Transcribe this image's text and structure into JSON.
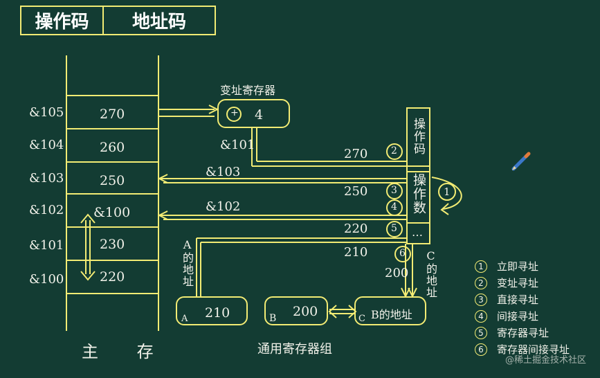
{
  "header": {
    "opcode": "操作码",
    "address_code": "地址码"
  },
  "memory": {
    "title": "主  存",
    "rows": [
      {
        "addr": "&105",
        "value": "270"
      },
      {
        "addr": "&104",
        "value": "260"
      },
      {
        "addr": "&103",
        "value": "250"
      },
      {
        "addr": "&102",
        "value": "&100"
      },
      {
        "addr": "&101",
        "value": "230"
      },
      {
        "addr": "&100",
        "value": "220"
      }
    ]
  },
  "index_register": {
    "label": "变址寄存器",
    "plus": "+",
    "value": "4"
  },
  "instruction": {
    "opcode_label": "操作码",
    "operand_label": "操作数",
    "dots": "…"
  },
  "path_labels": {
    "l_101": "&101",
    "l_103": "&103",
    "l_102": "&102",
    "v_270": "270",
    "v_250": "250",
    "v_220": "220",
    "v_210": "210",
    "v_200": "200",
    "a_addr": "A的地址",
    "c_addr": "C的地址"
  },
  "markers": [
    "1",
    "2",
    "3",
    "4",
    "5",
    "6"
  ],
  "registers": {
    "title": "通用寄存器组",
    "A": {
      "name": "A",
      "value": "210"
    },
    "B": {
      "name": "B",
      "value": "200"
    },
    "C": {
      "name": "C",
      "value": "B的地址"
    }
  },
  "legend": [
    {
      "num": "1",
      "label": "立即寻址"
    },
    {
      "num": "2",
      "label": "变址寻址"
    },
    {
      "num": "3",
      "label": "直接寻址"
    },
    {
      "num": "4",
      "label": "间接寻址"
    },
    {
      "num": "5",
      "label": "寄存器寻址"
    },
    {
      "num": "6",
      "label": "寄存器间接寻址"
    }
  ],
  "watermark": "@稀土掘金技术社区",
  "colors": {
    "background": "#133c33",
    "line": "#f3ec74",
    "text": "#f2f2ea"
  }
}
